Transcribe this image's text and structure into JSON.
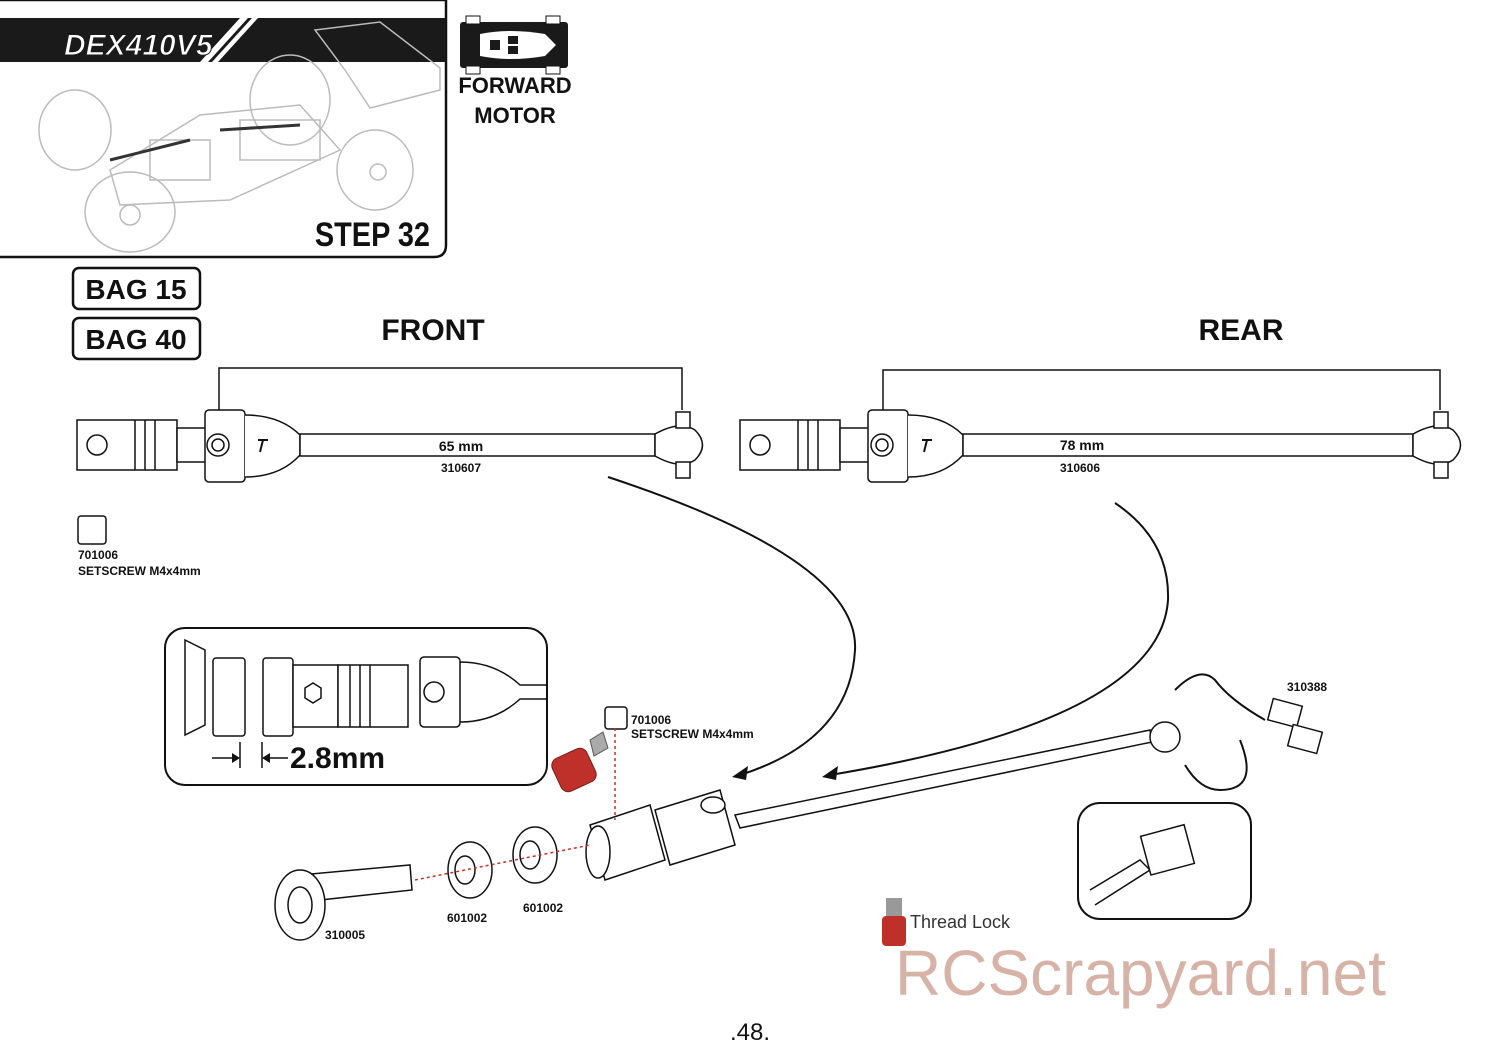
{
  "header": {
    "logo": "DEX410V5",
    "step": "STEP 32",
    "motor_icon": "forward-motor-icon",
    "motor_line1": "FORWARD",
    "motor_line2": "MOTOR"
  },
  "bags": [
    "BAG 15",
    "BAG 40"
  ],
  "sections": {
    "front": "FRONT",
    "rear": "REAR"
  },
  "front_shaft": {
    "length": "65 mm",
    "part": "310607"
  },
  "rear_shaft": {
    "length": "78 mm",
    "part": "310606"
  },
  "setscrew_legend": {
    "part": "701006",
    "desc": "SETSCREW M4x4mm"
  },
  "inset": {
    "measure": "2.8mm"
  },
  "callouts": {
    "setscrew_part": "701006",
    "setscrew_desc": "SETSCREW M4x4mm",
    "cup": "310388",
    "bearing1": "601002",
    "bearing2": "601002",
    "gear": "310005",
    "thread_lock": "Thread Lock"
  },
  "watermark": "RCScrapyard.net",
  "page_number": ".48.",
  "colors": {
    "ink": "#111111",
    "thread_lock": "#c0302a",
    "watermark": "#d7b2a6"
  }
}
